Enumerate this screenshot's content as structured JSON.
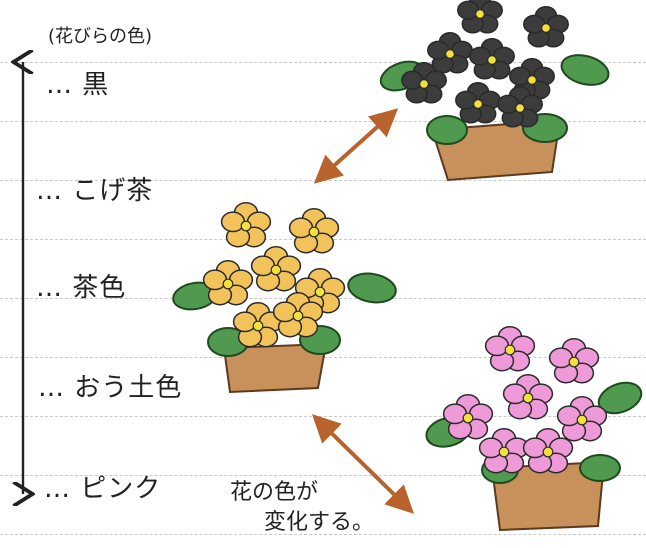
{
  "legend": {
    "title": "(花びらの色)",
    "levels": [
      {
        "label": "… 黒"
      },
      {
        "label": "… こげ茶"
      },
      {
        "label": "… 茶色"
      },
      {
        "label": "… おう土色"
      },
      {
        "label": "… ピンク"
      }
    ]
  },
  "caption": {
    "line1": "花の色が",
    "line2": "変化する。"
  },
  "colors": {
    "black_petal": "#3c3c3c",
    "yellow_petal": "#f2c35a",
    "pink_petal": "#ef9ad8",
    "leaf": "#4f9a4e",
    "pot": "#c8905a",
    "arrow": "#b8622c",
    "flower_center": "#f4e03a"
  }
}
